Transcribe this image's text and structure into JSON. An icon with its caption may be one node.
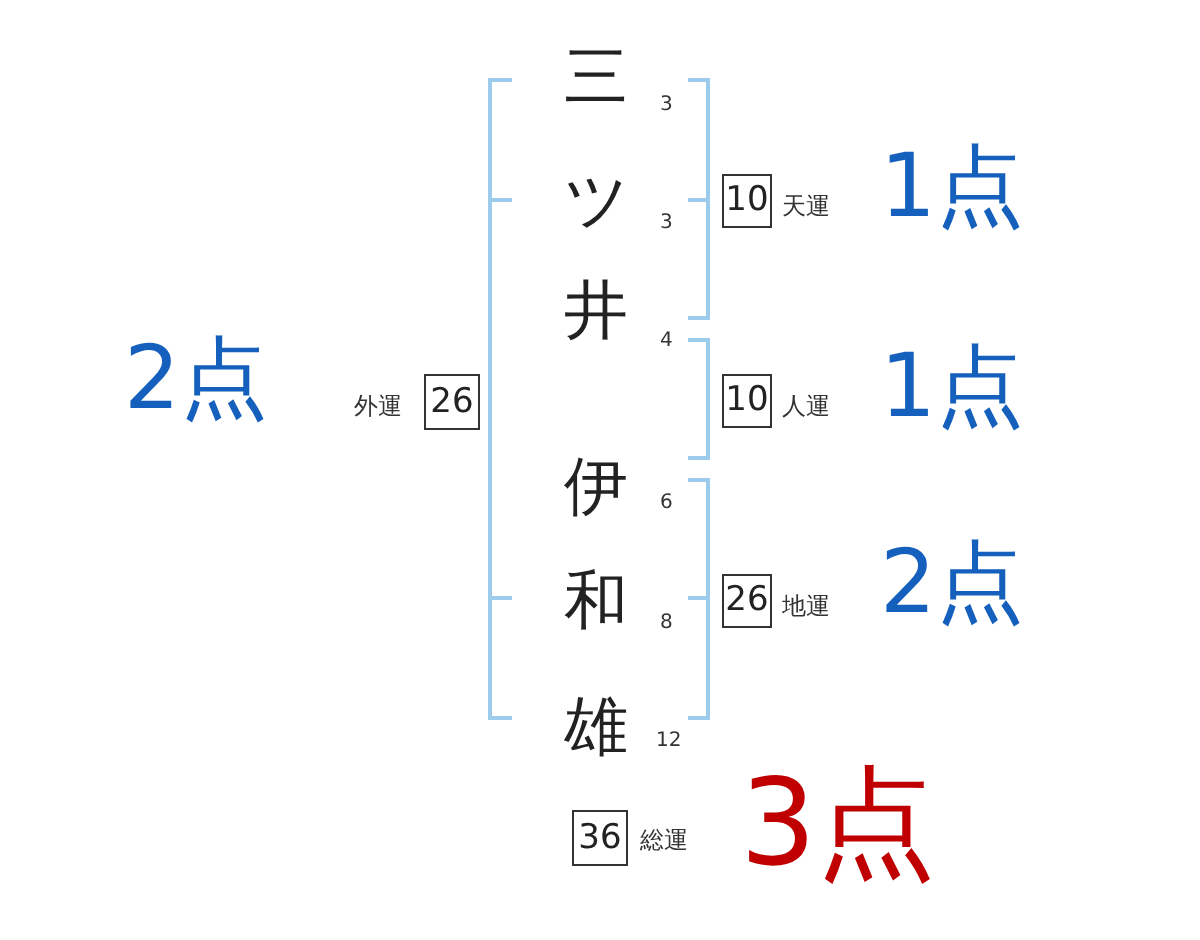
{
  "diagram": {
    "nodes": [
      {
        "text": [
          "10"
        ],
        "beside": [
          "天運",
          "1点"
        ]
      },
      {
        "text": [
          "26"
        ],
        "beside": [
          "外運",
          "2点"
        ]
      },
      {
        "text": [
          "10"
        ],
        "beside": [
          "人運",
          "1点"
        ]
      },
      {
        "text": [
          "26"
        ],
        "beside": [
          "地運",
          "2点"
        ]
      },
      {
        "text": [
          "36"
        ],
        "beside": [
          "総運",
          "3点"
        ]
      }
    ],
    "edges": [],
    "labels": [
      "三",
      "3",
      "ツ",
      "3",
      "井",
      "4",
      "伊",
      "6",
      "和",
      "8",
      "雄",
      "12"
    ]
  }
}
